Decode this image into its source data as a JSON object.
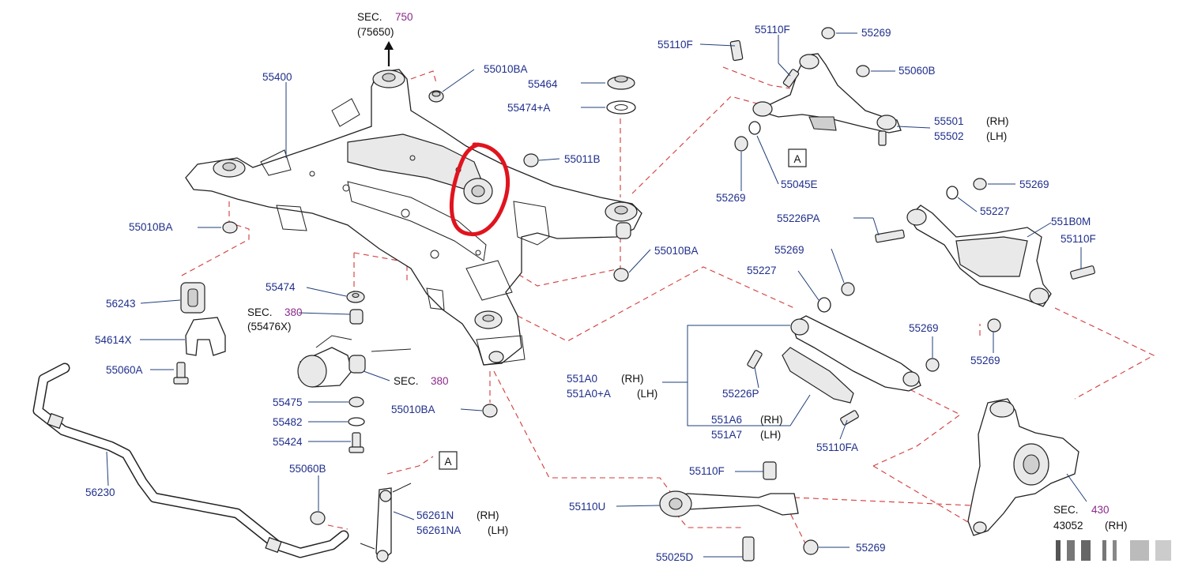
{
  "diagram": {
    "labels": {
      "sec750_title": "SEC.",
      "sec750_num": "750",
      "sec750_sub": "(75650)",
      "p55400": "55400",
      "p55010BA_top": "55010BA",
      "p55464": "55464",
      "p55474A": "55474+A",
      "p55011B": "55011B",
      "p55010BA_left": "55010BA",
      "p55010BA_right": "55010BA",
      "p55010BA_bottom": "55010BA",
      "p55474": "55474",
      "sec380a_title": "SEC.",
      "sec380a_num": "380",
      "sec380a_sub": "(55476X)",
      "sec380b_title": "SEC.",
      "sec380b_num": "380",
      "p56243": "56243",
      "p54614X": "54614X",
      "p55060A": "55060A",
      "p55475": "55475",
      "p55482": "55482",
      "p55424": "55424",
      "p56230": "56230",
      "p55060B": "55060B",
      "p56261N": "56261N",
      "p56261N_side": "(RH)",
      "p56261NA": "56261NA",
      "p56261NA_side": "(LH)",
      "p55110F_top": "55110F",
      "p55110F_top2": "55110F",
      "p55269_top": "55269",
      "p55060B_top": "55060B",
      "p55501": "55501",
      "p55501_side": "(RH)",
      "p55502": "55502",
      "p55502_side": "(LH)",
      "p55269_mid": "55269",
      "p55045E": "55045E",
      "ref_A_top": "A",
      "ref_A_bottom": "A",
      "p55269_r1": "55269",
      "p55227_r": "55227",
      "p55226PA": "55226PA",
      "p551B0M": "551B0M",
      "p55110F_r": "55110F",
      "p55269_c1": "55269",
      "p55227_c": "55227",
      "p55269_c2": "55269",
      "p55269_r2": "55269",
      "p551A0": "551A0",
      "p551A0_side": "(RH)",
      "p551A0A": "551A0+A",
      "p551A0A_side": "(LH)",
      "p55226P": "55226P",
      "p551A6": "551A6",
      "p551A6_side": "(RH)",
      "p551A7": "551A7",
      "p551A7_side": "(LH)",
      "p55110FA": "55110FA",
      "p55110F_b": "55110F",
      "p55110U": "55110U",
      "p55025D": "55025D",
      "p55269_b": "55269",
      "sec430_title": "SEC.",
      "sec430_num": "430",
      "p43052": "43052",
      "p43052_side": "(RH)"
    }
  },
  "colors": {
    "label_blue": "#1f2f8a",
    "section_purple": "#8a2a8a",
    "dashed_red": "#d23a3a",
    "highlight_circle": "#e0141e",
    "line_black": "#222222"
  }
}
